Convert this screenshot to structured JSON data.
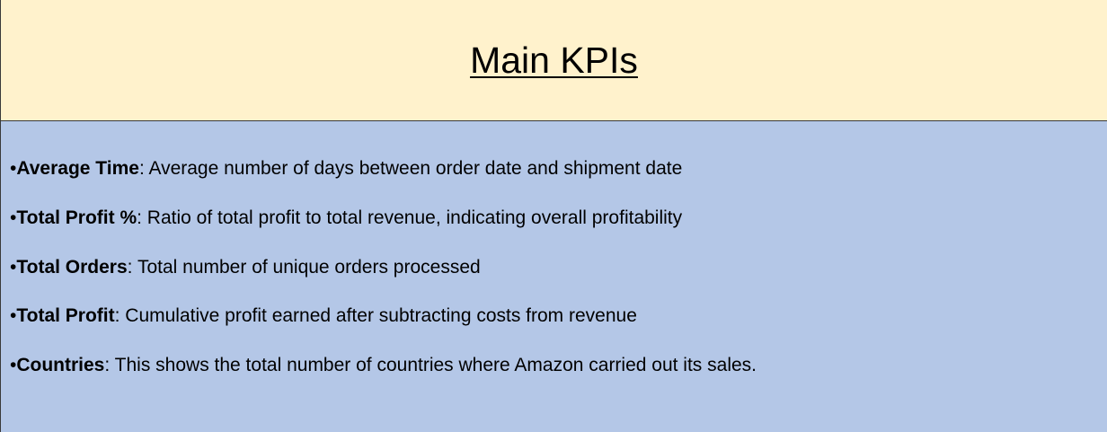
{
  "header": {
    "title": "Main KPIs"
  },
  "colors": {
    "header_bg": "#fff2cc",
    "body_bg": "#b4c7e7",
    "border": "#3a3a3a"
  },
  "kpis": [
    {
      "bullet": "•",
      "name": "Average Time",
      "description": ": Average number of days between order date and shipment date"
    },
    {
      "bullet": "•",
      "name": "Total Profit %",
      "description": ": Ratio of total profit to total revenue, indicating overall profitability"
    },
    {
      "bullet": "•",
      "name": "Total Orders",
      "description": ": Total number of unique orders processed"
    },
    {
      "bullet": "•",
      "name": "Total Profit",
      "description": ": Cumulative profit earned after subtracting costs from revenue"
    },
    {
      "bullet": "•",
      "name": "Countries",
      "description": ": This shows the total number of countries where Amazon carried out its sales."
    }
  ]
}
